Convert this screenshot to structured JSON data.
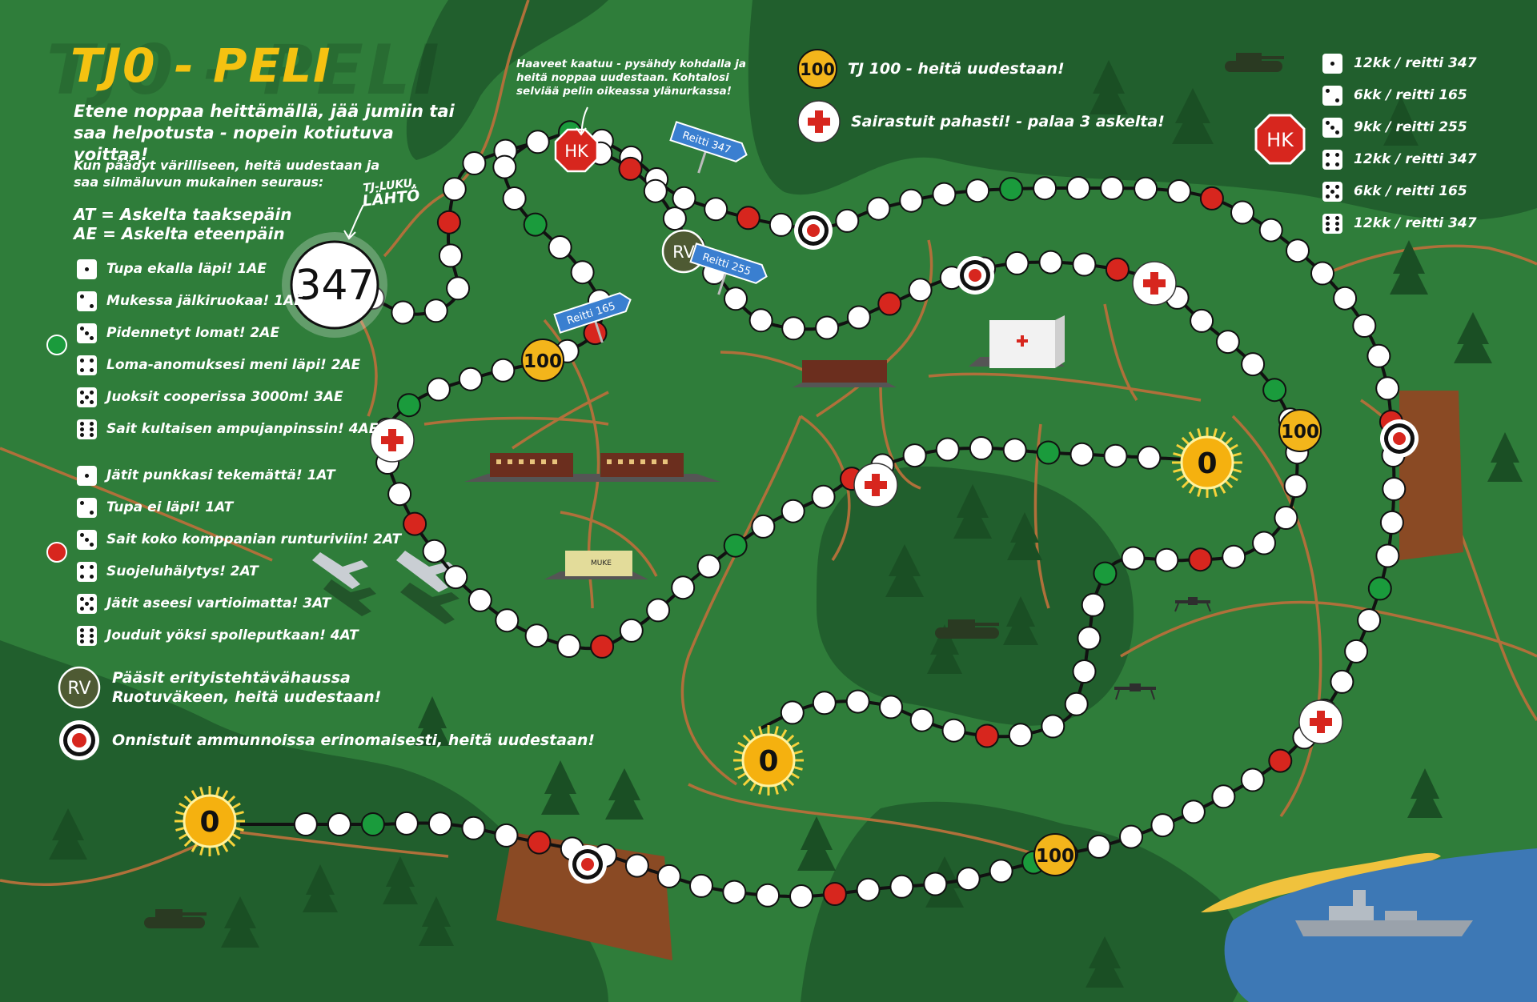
{
  "title": "TJ0 - PELI",
  "title_ghost": "TJ0 - PELI",
  "intro": "Etene noppaa heittämällä, jää jumiin tai saa helpotusta - nopein kotiutuva voittaa!",
  "intro_colored": "Kun päädyt värilliseen, heitä uudestaan ja saa silmäluvun mukainen seuraus:",
  "abbr_at": "AT = Askelta taaksepäin",
  "abbr_ae": "AE = Askelta eteenpäin",
  "green_rules": [
    {
      "pips": 1,
      "text": "Tupa ekalla läpi! 1AE"
    },
    {
      "pips": 2,
      "text": "Mukessa jälkiruokaa! 1AE"
    },
    {
      "pips": 3,
      "text": "Pidennetyt lomat! 2AE"
    },
    {
      "pips": 4,
      "text": "Loma-anomuksesi meni läpi! 2AE"
    },
    {
      "pips": 5,
      "text": "Juoksit cooperissa 3000m! 3AE"
    },
    {
      "pips": 6,
      "text": "Sait kultaisen ampujanpinssin! 4AE"
    }
  ],
  "red_rules": [
    {
      "pips": 1,
      "text": "Jätit punkkasi tekemättä! 1AT"
    },
    {
      "pips": 2,
      "text": "Tupa ei läpi! 1AT"
    },
    {
      "pips": 3,
      "text": "Sait koko komppanian runturiviin! 2AT"
    },
    {
      "pips": 4,
      "text": "Suojeluhälytys! 2AT"
    },
    {
      "pips": 5,
      "text": "Jätit aseesi vartioimatta! 3AT"
    },
    {
      "pips": 6,
      "text": "Jouduit yöksi spolleputkaan! 4AT"
    }
  ],
  "rv_badge": "RV",
  "rv_text": "Pääsit erityistehtävähaussa Ruotuväkeen, heitä uudestaan!",
  "target_text": "Onnistuit ammunnoissa erinomaisesti, heitä uudestaan!",
  "hk_note": "Haaveet kaatuu - pysähdy kohdalla ja heitä noppaa uudestaan. Kohtalosi selviää pelin oikeassa ylänurkassa!",
  "start_label_small": "TJ-LUKU,",
  "start_label_big": "LÄHTÖ",
  "start_number": "347",
  "legend_100_badge": "100",
  "legend_100_text": "TJ 100 - heitä uudestaan!",
  "legend_sick_text": "Sairastuit pahasti! - palaa 3 askelta!",
  "hk_badge": "HK",
  "hk_outcomes": [
    {
      "pips": 1,
      "text": "12kk / reitti 347"
    },
    {
      "pips": 2,
      "text": "6kk / reitti 165"
    },
    {
      "pips": 3,
      "text": "9kk / reitti 255"
    },
    {
      "pips": 4,
      "text": "12kk / reitti 347"
    },
    {
      "pips": 5,
      "text": "6kk / reitti 165"
    },
    {
      "pips": 6,
      "text": "12kk / reitti 347"
    }
  ],
  "signs": {
    "reitti347": "Reitti 347",
    "reitti255": "Reitti 255",
    "reitti165": "Reitti 165"
  },
  "board_badges": {
    "hundred": "100",
    "zero": "0",
    "rv": "RV",
    "hk": "HK"
  },
  "muke_label": "MUKE",
  "colors": {
    "grass": "#2f7d3a",
    "forest": "#1f5a2a",
    "road": "#b0703a",
    "title": "#f5c211",
    "green_space": "#1a9b3c",
    "red_space": "#d7261e",
    "badge_yellow": "#f3b51b",
    "water": "#3d78b5"
  }
}
